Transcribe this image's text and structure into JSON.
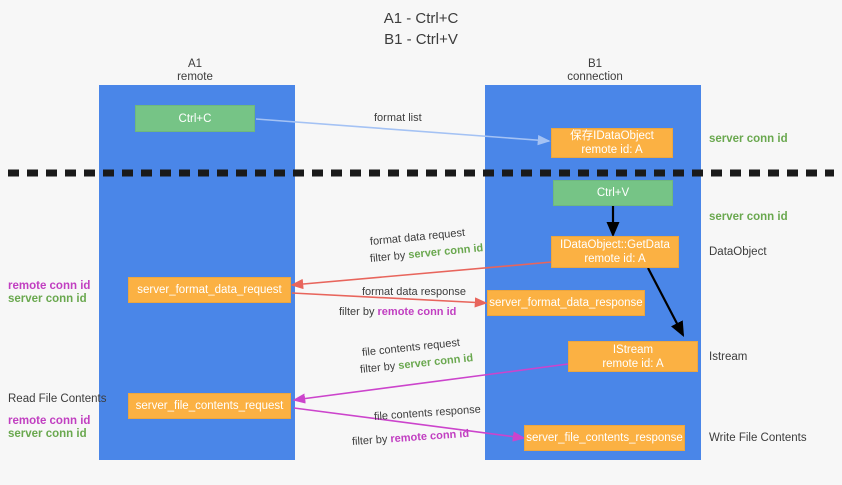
{
  "title": {
    "line1": "A1 - Ctrl+C",
    "line2": "B1 - Ctrl+V"
  },
  "lanes": [
    {
      "id": "a1",
      "name": "A1",
      "sub": "remote"
    },
    {
      "id": "b1",
      "name": "B1",
      "sub": "connection"
    }
  ],
  "nodes": {
    "ctrl_c": {
      "label": "Ctrl+C"
    },
    "save_idataobject": {
      "line1": "保存IDataObject",
      "line2": "remote id: A"
    },
    "ctrl_v": {
      "label": "Ctrl+V"
    },
    "getdata": {
      "line1": "IDataObject::GetData",
      "line2": "remote id: A"
    },
    "format_data_request": {
      "label": "server_format_data_request"
    },
    "format_data_response": {
      "label": "server_format_data_response"
    },
    "istream": {
      "line1": "IStream",
      "line2": "remote id: A"
    },
    "file_contents_request": {
      "label": "server_file_contents_request"
    },
    "file_contents_response": {
      "label": "server_file_contents_response"
    }
  },
  "edges": {
    "format_list": {
      "label": "format list"
    },
    "format_data_request": {
      "label": "format data request",
      "filter_prefix": "filter by ",
      "filter_value": "server conn id"
    },
    "format_data_response": {
      "label": "format data response",
      "filter_prefix": "filter by ",
      "filter_value": "remote conn id"
    },
    "file_contents_request": {
      "label": "file contents request",
      "filter_prefix": "filter by ",
      "filter_value": "server conn id"
    },
    "file_contents_response": {
      "label": "file contents response",
      "filter_prefix": "filter by ",
      "filter_value": "remote conn id"
    }
  },
  "right_labels": {
    "server_conn_id_top": "server conn id",
    "server_conn_id_mid": "server conn id",
    "dataobject": "DataObject",
    "istream": "Istream",
    "write_file_contents": "Write File Contents"
  },
  "left_labels": {
    "remote_conn_id_1": "remote conn id",
    "server_conn_id_1": "server conn id",
    "read_file_contents": "Read File Contents",
    "remote_conn_id_2": "remote conn id",
    "server_conn_id_2": "server conn id"
  },
  "colors": {
    "lane": "#4a86e8",
    "green_node": "#76c486",
    "orange_node": "#fbb143",
    "arrow_blue": "#a4c2f4",
    "arrow_red": "#e8655c",
    "arrow_magenta": "#cc44cc",
    "arrow_black": "#000000",
    "green_text": "#6aa84f",
    "purple_text": "#c13fc1",
    "background": "#f7f7f7"
  }
}
